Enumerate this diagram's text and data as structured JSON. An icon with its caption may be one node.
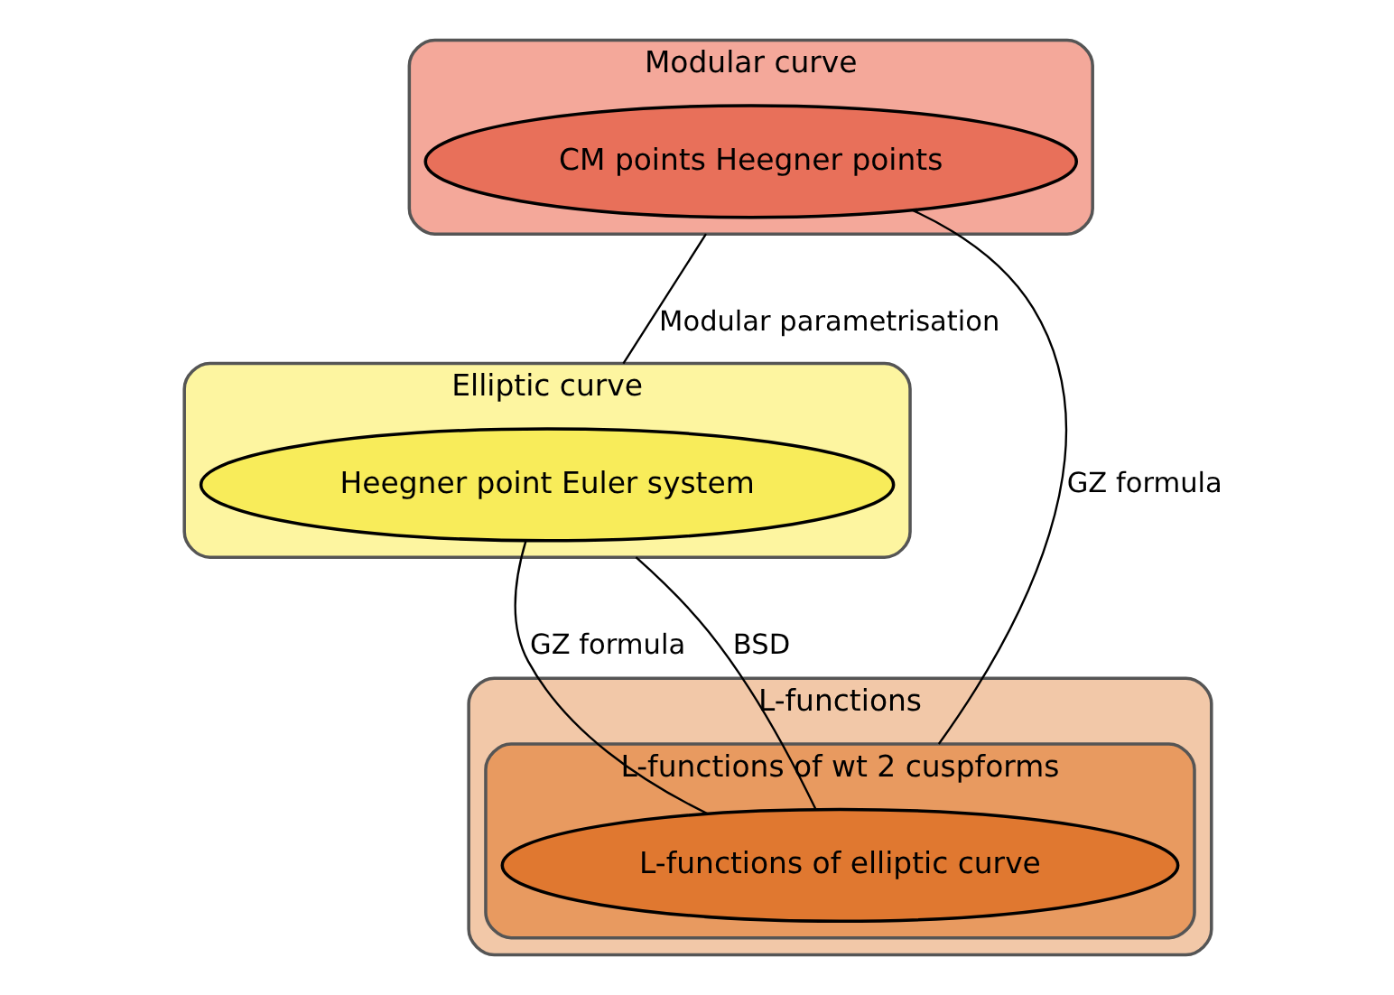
{
  "diagram": {
    "nodes": [
      {
        "text": [
          "Modular curve"
        ]
      },
      {
        "text": [
          "CM points Heegner points"
        ],
        "in": 0
      },
      {
        "text": [
          "Elliptic curve"
        ]
      },
      {
        "text": [
          "Heegner point Euler system"
        ],
        "in": 2
      },
      {
        "text": [
          "L-functions"
        ]
      },
      {
        "text": [
          "L-functions of wt 2 cuspforms"
        ],
        "in": 4
      },
      {
        "text": [
          "L-functions of elliptic curve"
        ],
        "in": 5
      }
    ],
    "edges": [
      {
        "from": 0,
        "to": 2,
        "arrow": "none",
        "label": "Modular parametrisation"
      },
      {
        "from": 1,
        "to": 5,
        "arrow": "none",
        "label": "GZ formula"
      },
      {
        "from": 3,
        "to": 6,
        "arrow": "none",
        "label": "GZ formula"
      },
      {
        "from": 2,
        "to": 6,
        "arrow": "none",
        "label": "BSD"
      }
    ]
  }
}
